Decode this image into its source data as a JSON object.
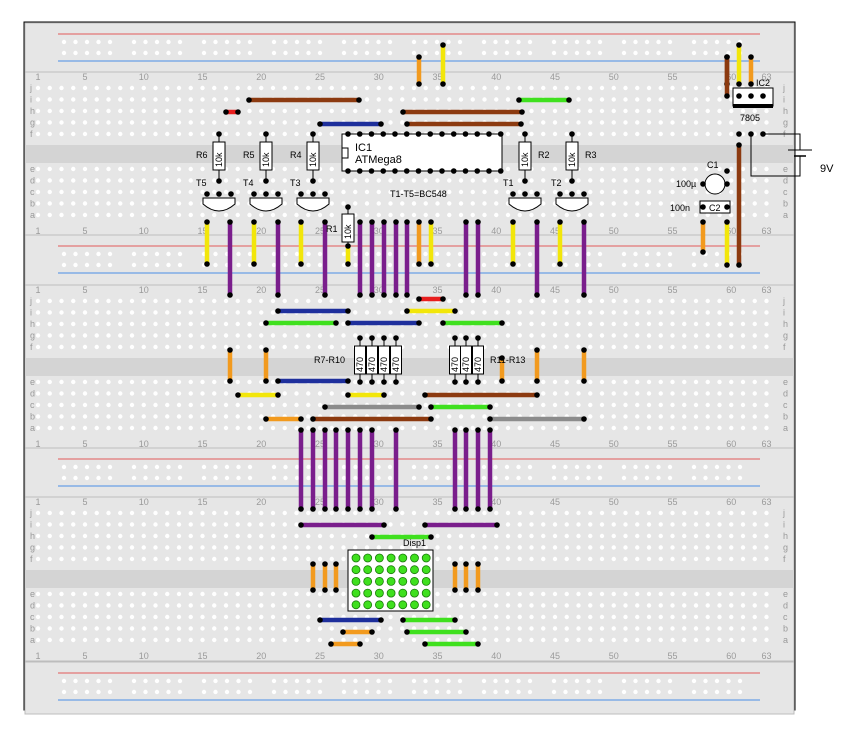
{
  "colors": {
    "board": "#e6e6e6",
    "hole": "#ffffff",
    "rail_red": "#e35a5a",
    "rail_blue": "#4a8ee6",
    "orange": "#f29a1e",
    "yellow": "#f2e60a",
    "purple": "#7a1e8c",
    "blue": "#1e2f9c",
    "green": "#3fe01e",
    "brown": "#8c3a10",
    "red": "#e81e1e",
    "gray": "#8c8c8c"
  },
  "column_numbers": [
    "1",
    "5",
    "10",
    "15",
    "20",
    "25",
    "30",
    "35",
    "40",
    "45",
    "50",
    "55",
    "60",
    "63"
  ],
  "row_letters_top": [
    "j",
    "i",
    "h",
    "g",
    "f"
  ],
  "row_letters_bottom": [
    "e",
    "d",
    "c",
    "b",
    "a"
  ],
  "labels": {
    "ic1_name": "IC1",
    "ic1_part": "ATMega8",
    "ic2_name": "IC2",
    "ic2_part": "7805",
    "transistor_note": "T1-T5=BC548",
    "c1_name": "C1",
    "c1_value": "100µ",
    "c2_name": "C2",
    "c2_value": "100n",
    "battery": "9V",
    "display": "Disp1",
    "r7_r10": "R7-R10",
    "r11_r13": "R11-R13",
    "r1": "R1",
    "r_10k": "10k",
    "r_470": "470"
  },
  "transistors": [
    "T5",
    "T4",
    "T3",
    "T1",
    "T2"
  ],
  "resistors_top": [
    "R6",
    "R5",
    "R4",
    "R2",
    "R3"
  ]
}
